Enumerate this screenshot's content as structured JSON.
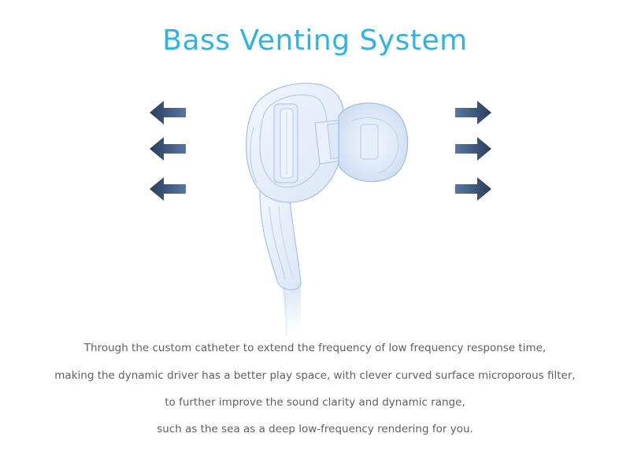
{
  "title": "Bass Venting System",
  "colors": {
    "title": "#2fb2e6",
    "text": "#5f5f5f",
    "arrow_dark": "#2a3e5c",
    "arrow_light": "#6a85ad",
    "earphone_stroke": "#a9c3e8",
    "earphone_fill": "#e8f0fb"
  },
  "icons": {
    "left_arrows": "arrow-left-icon",
    "right_arrows": "arrow-right-icon",
    "product": "earphone-illustration"
  },
  "description": [
    "Through the custom catheter to extend the frequency of low frequency response time,",
    "making the dynamic driver has a better play space, with clever curved surface microporous filter,",
    "to further improve the sound clarity and dynamic range,",
    "such as the sea as a deep low-frequency rendering for you."
  ]
}
